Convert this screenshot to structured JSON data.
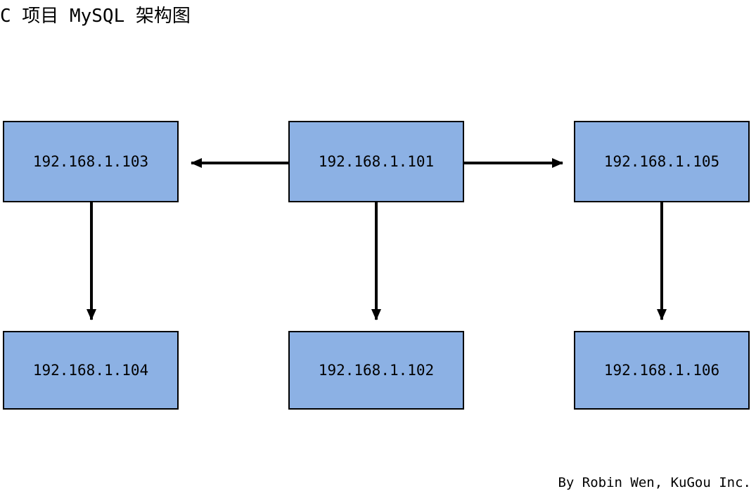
{
  "diagram": {
    "title": "C 项目 MySQL 架构图",
    "footer": "By Robin Wen, KuGou Inc.",
    "colors": {
      "node_fill": "#8cb1e4",
      "node_border": "#000000",
      "edge": "#000000",
      "text": "#000000",
      "background": "#ffffff"
    },
    "nodes": [
      {
        "id": "n103",
        "label": "192.168.1.103",
        "row": "top",
        "column": "left"
      },
      {
        "id": "n101",
        "label": "192.168.1.101",
        "row": "top",
        "column": "center"
      },
      {
        "id": "n105",
        "label": "192.168.1.105",
        "row": "top",
        "column": "right"
      },
      {
        "id": "n104",
        "label": "192.168.1.104",
        "row": "bottom",
        "column": "left"
      },
      {
        "id": "n102",
        "label": "192.168.1.102",
        "row": "bottom",
        "column": "center"
      },
      {
        "id": "n106",
        "label": "192.168.1.106",
        "row": "bottom",
        "column": "right"
      }
    ],
    "edges": [
      {
        "id": "e101-103",
        "from": "192.168.1.101",
        "to": "192.168.1.103",
        "direction": "left"
      },
      {
        "id": "e101-105",
        "from": "192.168.1.101",
        "to": "192.168.1.105",
        "direction": "right"
      },
      {
        "id": "e103-104",
        "from": "192.168.1.103",
        "to": "192.168.1.104",
        "direction": "down"
      },
      {
        "id": "e101-102",
        "from": "192.168.1.101",
        "to": "192.168.1.102",
        "direction": "down"
      },
      {
        "id": "e105-106",
        "from": "192.168.1.105",
        "to": "192.168.1.106",
        "direction": "down"
      }
    ]
  }
}
